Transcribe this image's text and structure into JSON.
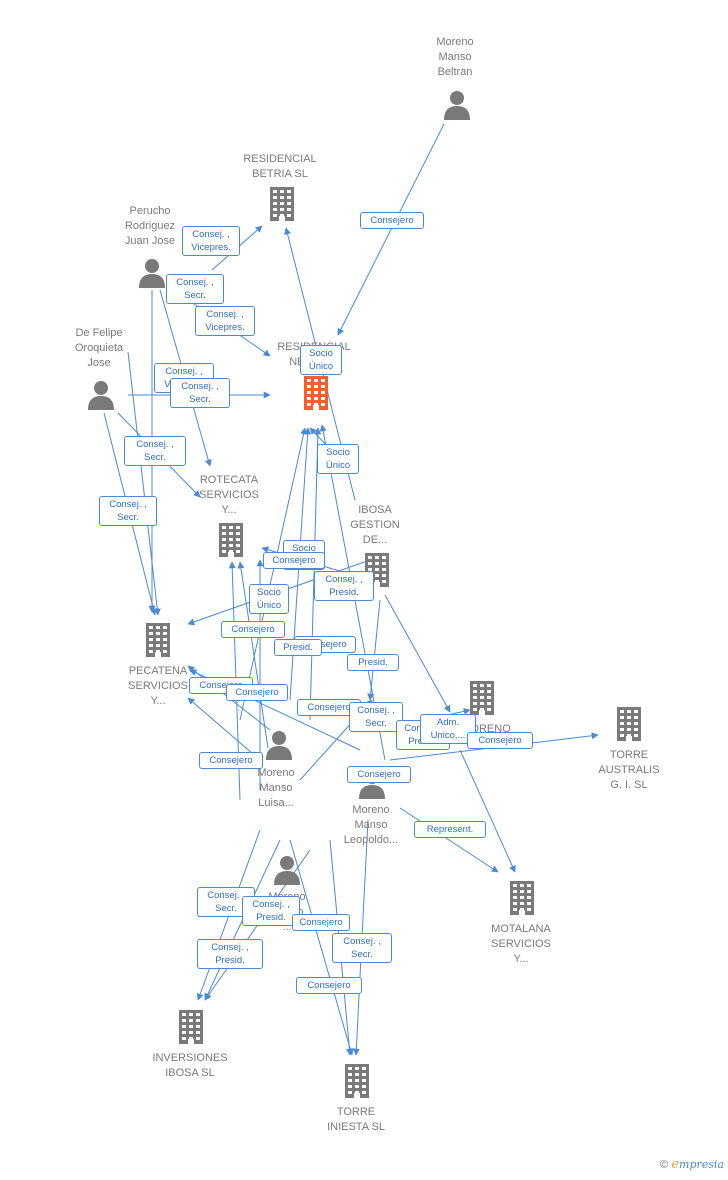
{
  "nodes": [
    {
      "id": "moreno_beltran",
      "kind": "person",
      "label": "Moreno\nManso\nBeltran"
    },
    {
      "id": "residencial_betria",
      "kind": "company",
      "label": "RESIDENCIAL\nBETRIA  SL"
    },
    {
      "id": "perucho",
      "kind": "person",
      "label": "Perucho\nRodriguez\nJuan Jose"
    },
    {
      "id": "de_felipe",
      "kind": "person",
      "label": "De Felipe\nOroquieta\nJose"
    },
    {
      "id": "residencial_nemo",
      "kind": "company",
      "focus": true,
      "label": "RESIDENCIAL\nNEMO  SL"
    },
    {
      "id": "rotecata",
      "kind": "company",
      "label": "ROTECATA\nSERVICIOS\nY..."
    },
    {
      "id": "ibosa_gestion",
      "kind": "company",
      "label": "IBOSA\nGESTION\nDE..."
    },
    {
      "id": "pecatena",
      "kind": "company",
      "label": "PECATENA\nSERVICIOS\nY..."
    },
    {
      "id": "moreno_co",
      "kind": "company",
      "label": "MORENO\n..."
    },
    {
      "id": "torre_australis",
      "kind": "company",
      "label": "TORRE\nAUSTRALIS\nG.  I.  SL"
    },
    {
      "id": "moreno_luisa",
      "kind": "person",
      "label": "Moreno\nManso\nLuisa..."
    },
    {
      "id": "moreno_leopoldo",
      "kind": "person",
      "label": "Moreno\nManso\nLeopoldo..."
    },
    {
      "id": "moreno_other",
      "kind": "person",
      "label": "Moreno\nManso\n..."
    },
    {
      "id": "motalana",
      "kind": "company",
      "label": "MOTALANA\nSERVICIOS\nY..."
    },
    {
      "id": "inversiones_ibosa",
      "kind": "company",
      "label": "INVERSIONES\nIBOSA SL"
    },
    {
      "id": "torre_iniesta",
      "kind": "company",
      "label": "TORRE\nINIESTA SL"
    }
  ],
  "badges": [
    {
      "text": "Consejero"
    },
    {
      "text": "Consej. ,\nVicepres."
    },
    {
      "text": "Consej. ,\nSecr."
    },
    {
      "text": "Consej. ,\nVicepres."
    },
    {
      "text": "Socio\nÚnico"
    },
    {
      "text": "Consej. ,\nVicepres."
    },
    {
      "text": "Consej. ,\nSecr."
    },
    {
      "text": "Consej. ,\nSecr."
    },
    {
      "text": "Socio\nÚnico"
    },
    {
      "text": "Consej. ,\nSecr."
    },
    {
      "text": "Socio\nÚnico"
    },
    {
      "text": "Consejero"
    },
    {
      "text": "Consej. ,\nPresid."
    },
    {
      "text": "Socio\nÚnico"
    },
    {
      "text": "Consejero"
    },
    {
      "text": "Consejero"
    },
    {
      "text": "Presid."
    },
    {
      "text": "Presid."
    },
    {
      "text": "Consejero"
    },
    {
      "text": "Consejero"
    },
    {
      "text": "Consejero"
    },
    {
      "text": "Consej. ,\nSecr."
    },
    {
      "text": "Consej. ,\nPresid."
    },
    {
      "text": "Adm.\nUnico,..."
    },
    {
      "text": "Consejero"
    },
    {
      "text": "Consejero"
    },
    {
      "text": "Consejero"
    },
    {
      "text": "Represent."
    },
    {
      "text": "Consej. ,\nSecr."
    },
    {
      "text": "Consej. ,\nPresid."
    },
    {
      "text": "Consejero"
    },
    {
      "text": "Consej. ,\nSecr."
    },
    {
      "text": "Consej. ,\nPresid."
    },
    {
      "text": "Consejero"
    }
  ],
  "colors": {
    "edge": "#4a8ad4",
    "node_gray": "#7a7a7a",
    "focus": "#f0602a",
    "badge_text": "#2f6fc4"
  },
  "brand": {
    "copyright": "©",
    "initial": "e",
    "rest": "mpresia"
  }
}
